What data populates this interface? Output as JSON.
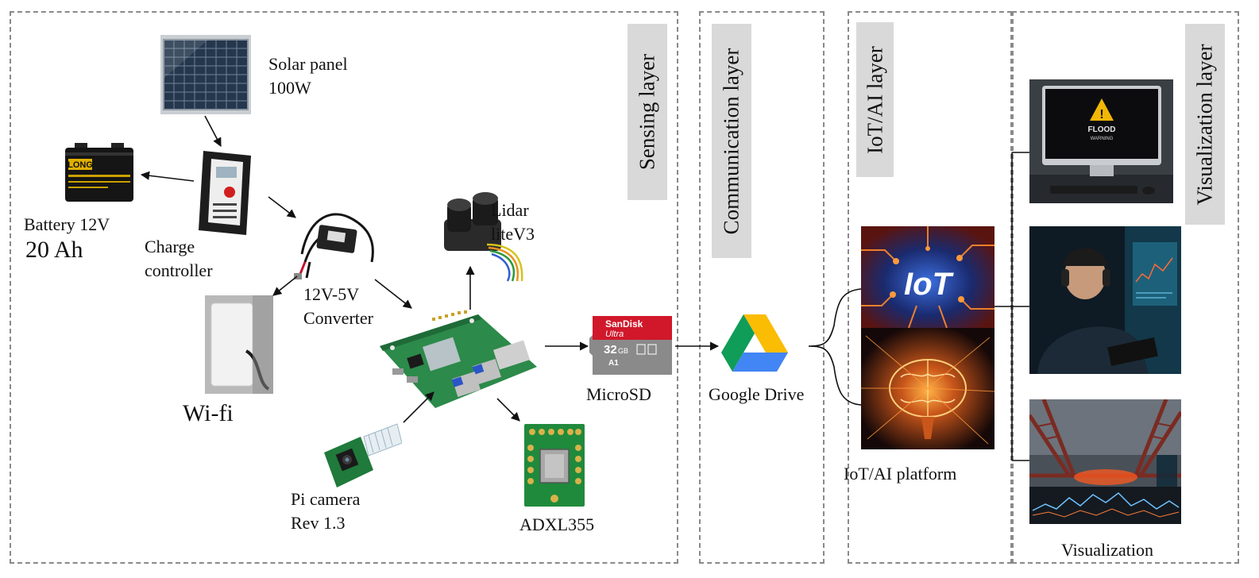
{
  "layers": {
    "sensing": "Sensing layer",
    "communication": "Communication layer",
    "iot_ai": "IoT/AI layer",
    "visualization": "Visualization layer"
  },
  "components": {
    "solar_panel": [
      "Solar panel",
      "100W"
    ],
    "battery": [
      "Battery 12V",
      "20 Ah"
    ],
    "battery_brand": "LONG",
    "charge_controller": [
      "Charge",
      "controller"
    ],
    "converter": [
      "12V-5V",
      "Converter"
    ],
    "wifi": "Wi-fi",
    "lidar": [
      "Lidar",
      "liteV3"
    ],
    "pi_camera": [
      "Pi camera",
      "Rev 1.3"
    ],
    "accelerometer": "ADXL355",
    "microsd": {
      "label": "MicroSD",
      "brand": "SanDisk",
      "line": "Ultra",
      "capacity": "32",
      "unit": "GB",
      "class": "A1"
    },
    "cloud": "Google Drive",
    "platform": "IoT/AI platform",
    "platform_iot_text": "IoT",
    "visualization": "Visualization",
    "monitor_warning": [
      "FLOOD",
      "WARNING"
    ]
  }
}
